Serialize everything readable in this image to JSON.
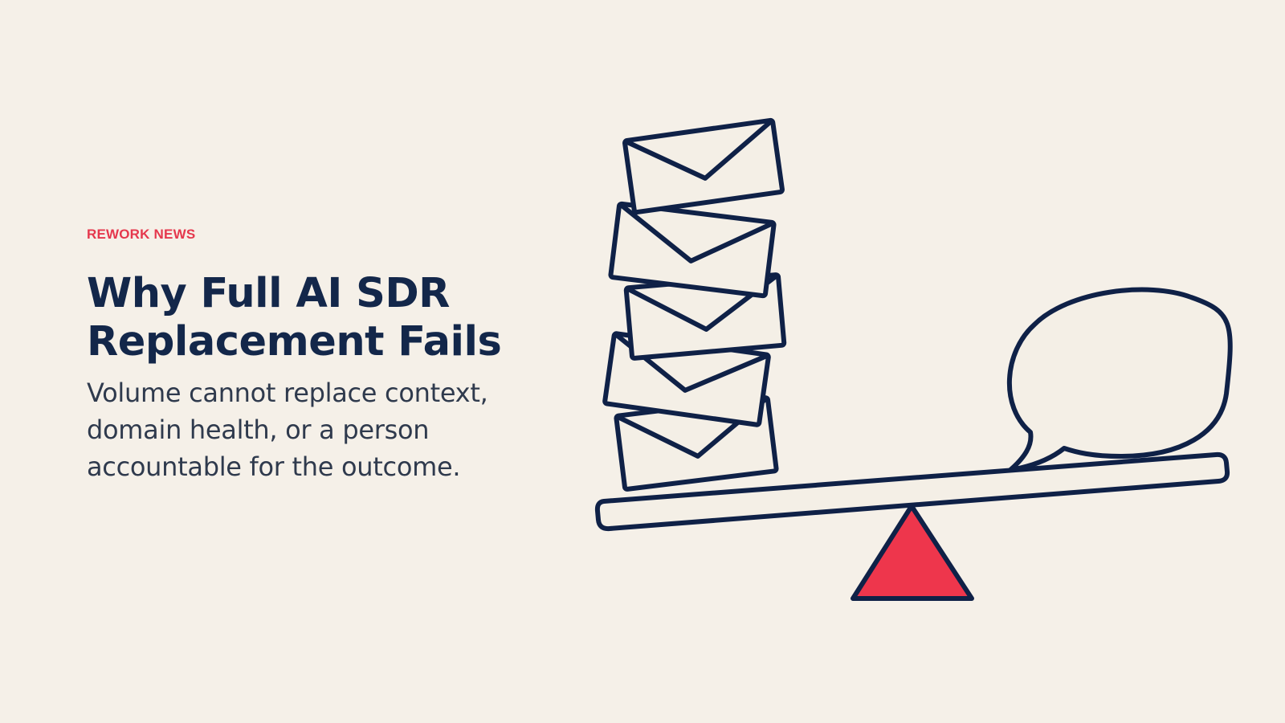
{
  "article": {
    "kicker": "REWORK NEWS",
    "headline_line1": "Why Full AI SDR",
    "headline_line2": "Replacement Fails",
    "subhead_line1": "Volume cannot replace context,",
    "subhead_line2": "domain health, or a person",
    "subhead_line3": "accountable for the outcome."
  },
  "illustration": {
    "stacked_envelopes": 5,
    "icons": [
      "envelope-icon",
      "speech-bubble-icon",
      "seesaw-icon",
      "fulcrum-icon"
    ]
  },
  "colors": {
    "background": "#f5f0e8",
    "kicker": "#e5384d",
    "headline": "#13274a",
    "subhead": "#2f3a4d",
    "stroke": "#0f2147",
    "fill": "#f4efe6",
    "accent": "#ee364c"
  }
}
